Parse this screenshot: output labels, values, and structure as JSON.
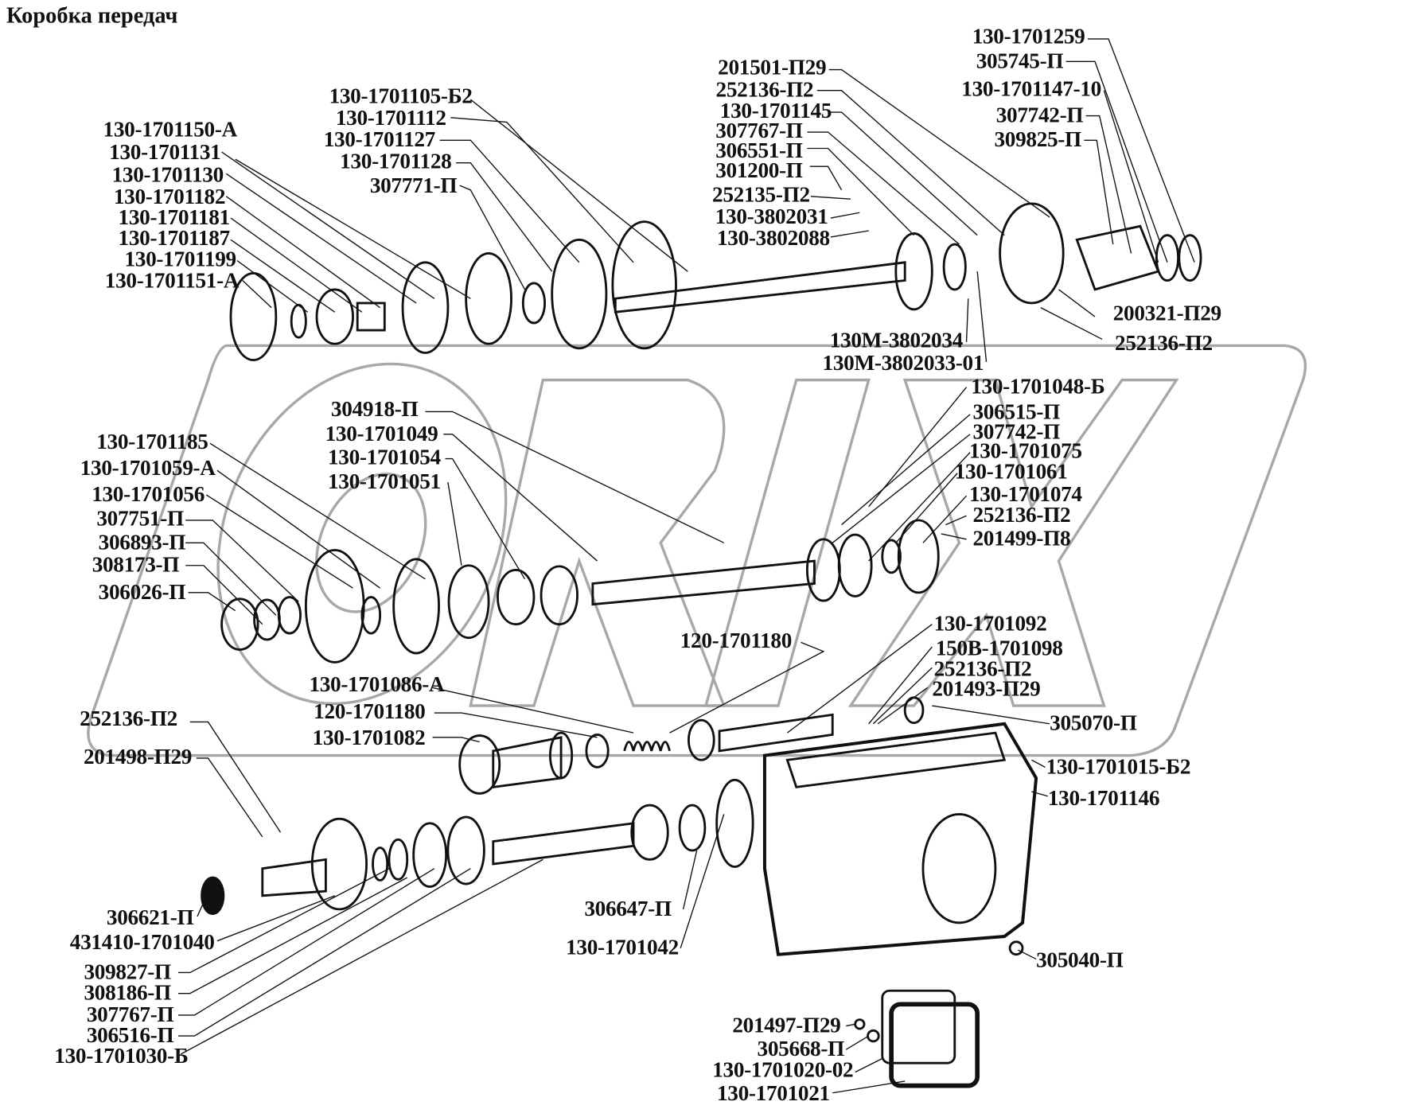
{
  "title": "Коробка передач",
  "colors": {
    "ink": "#111111",
    "watermark": "#a8a8a8",
    "background": "#ffffff"
  },
  "watermark": "ORIX",
  "labels": {
    "top_left": [
      "130-1701150-А",
      "130-1701131",
      "130-1701130",
      "130-1701182",
      "130-1701181",
      "130-1701187",
      "130-1701199",
      "130-1701151-А"
    ],
    "top_mid": [
      "130-1701105-Б2",
      "130-1701112",
      "130-1701127",
      "130-1701128",
      "307771-П"
    ],
    "top_center": [
      "201501-П29",
      "252136-П2",
      "130-1701145",
      "307767-П",
      "306551-П",
      "301200-П",
      "252135-П2",
      "130-3802031",
      "130-3802088"
    ],
    "top_right": [
      "130-1701259",
      "305745-П",
      "130-1701147-10",
      "307742-П",
      "309825-П"
    ],
    "top_right_lower": [
      "200321-П29",
      "252136-П2"
    ],
    "speedo": [
      "130М-3802034",
      "130М-3802033-01"
    ],
    "mid_right": [
      "130-1701048-Б",
      "306515-П",
      "307742-П",
      "130-1701075",
      "130-1701061",
      "130-1701074",
      "252136-П2",
      "201499-П8"
    ],
    "mid_center": [
      "304918-П",
      "130-1701049",
      "130-1701054",
      "130-1701051"
    ],
    "mid_left": [
      "130-1701185",
      "130-1701059-А",
      "130-1701056",
      "307751-П",
      "306893-П",
      "308173-П",
      "306026-П"
    ],
    "reverse_right": [
      "130-1701092",
      "150В-1701098",
      "252136-П2",
      "201493-П29"
    ],
    "reverse_axle": "120-1701180",
    "reverse_left": [
      "130-1701086-А",
      "120-1701180",
      "130-1701082"
    ],
    "breather": "305070-П",
    "housing": [
      "130-1701015-Б2",
      "130-1701146"
    ],
    "drain": "305040-П",
    "bottom_left_top": [
      "252136-П2",
      "201498-П29"
    ],
    "bottom_left": [
      "306621-П",
      "431410-1701040",
      "309827-П",
      "308186-П",
      "307767-П",
      "306516-П",
      "130-1701030-Б"
    ],
    "bottom_mid": [
      "306647-П",
      "130-1701042"
    ],
    "cover": [
      "201497-П29",
      "305668-П",
      "130-1701020-02",
      "130-1701021"
    ]
  }
}
